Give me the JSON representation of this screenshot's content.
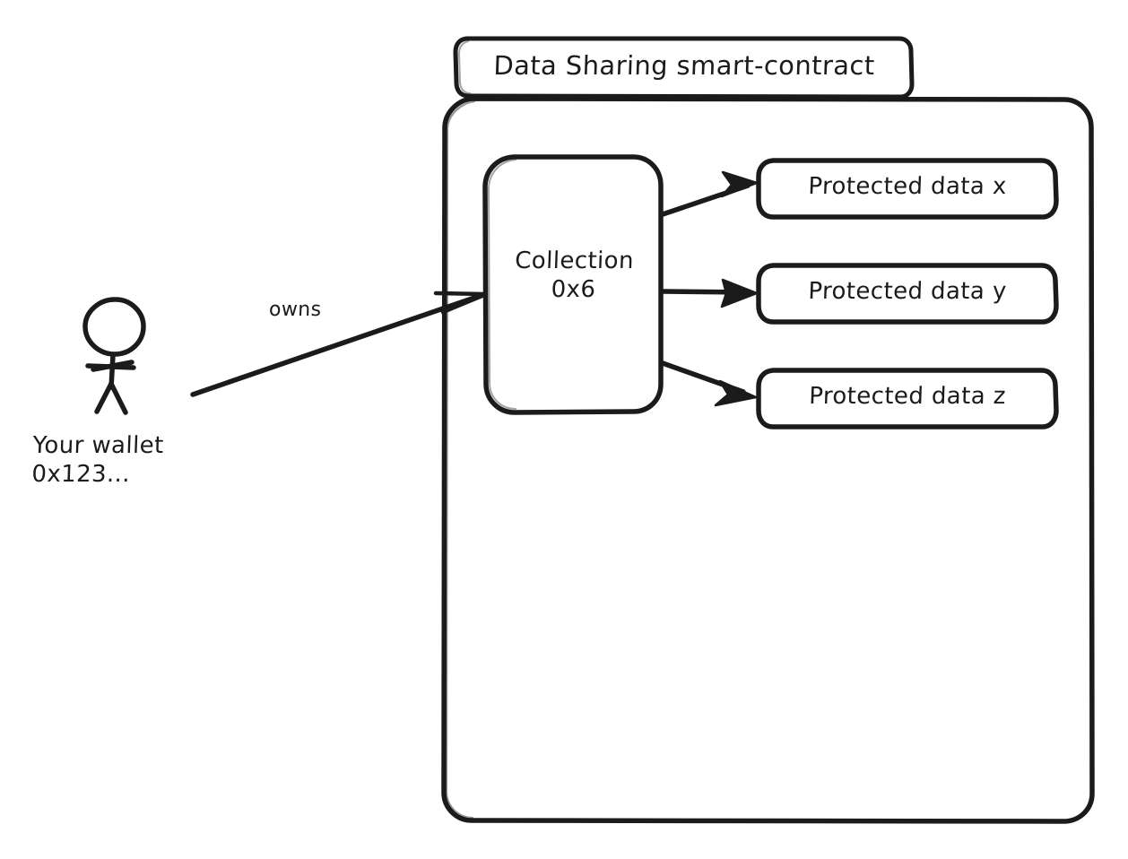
{
  "diagram": {
    "type": "flow-diagram",
    "style": "hand-drawn sketch",
    "background_color": "#ffffff",
    "stroke_color": "#1b1b1b",
    "title_box": {
      "label": "Data Sharing smart-contract"
    },
    "container": {
      "name": "smart-contract-container"
    },
    "collection_node": {
      "line1": "Collection",
      "line2": "0x6",
      "label": "Collection 0x6"
    },
    "protected_data": [
      {
        "label": "Protected data x"
      },
      {
        "label": "Protected data y"
      },
      {
        "label": "Protected data z"
      }
    ],
    "actor": {
      "icon": "stick-figure",
      "line1": "Your wallet",
      "line2": "0x123...",
      "label": "Your wallet 0x123..."
    },
    "edges": [
      {
        "label": "owns",
        "from": "Your wallet 0x123...",
        "to": "Collection 0x6"
      },
      {
        "label": "",
        "from": "Collection 0x6",
        "to": "Protected data x"
      },
      {
        "label": "",
        "from": "Collection 0x6",
        "to": "Protected data y"
      },
      {
        "label": "",
        "from": "Collection 0x6",
        "to": "Protected data z"
      }
    ]
  }
}
